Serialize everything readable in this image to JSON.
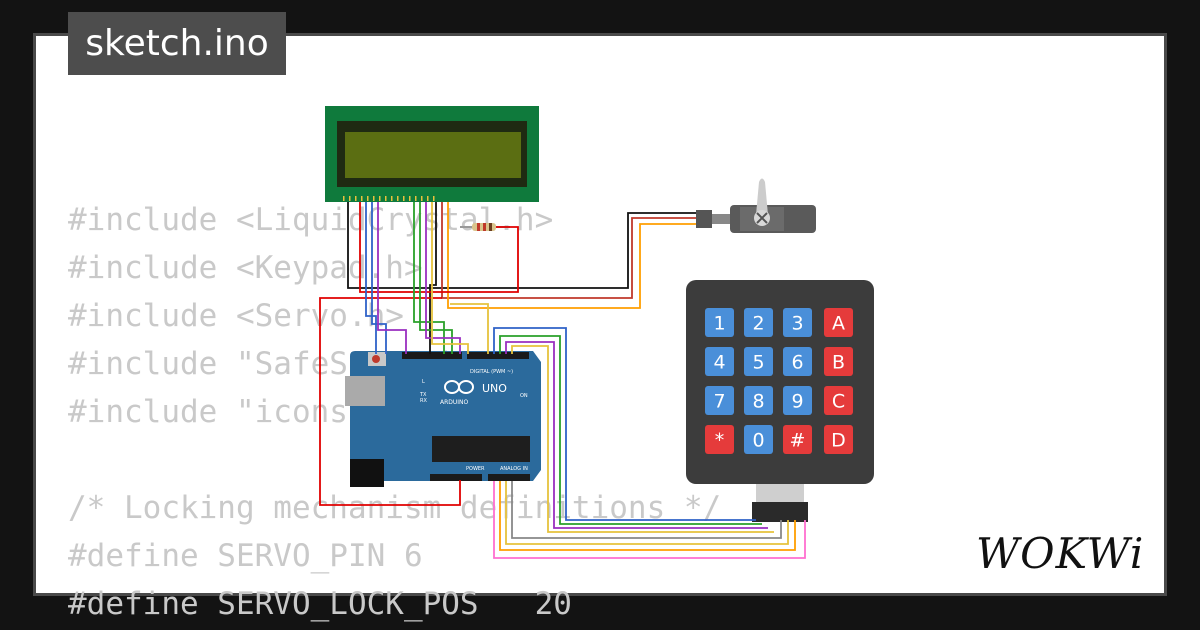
{
  "file_tab": {
    "label": "sketch.ino"
  },
  "code_lines": [
    "#include <LiquidCrystal.h>",
    "#include <Keypad.h>",
    "#include <Servo.h>",
    "#include \"SafeState.h\"",
    "#include \"icons.h\"",
    "",
    "/* Locking mechanism definitions */",
    "#define SERVO_PIN 6",
    "#define SERVO_LOCK_POS   20"
  ],
  "keypad": {
    "keys": [
      "1",
      "2",
      "3",
      "A",
      "4",
      "5",
      "6",
      "B",
      "7",
      "8",
      "9",
      "C",
      "*",
      "0",
      "#",
      "D"
    ]
  },
  "arduino": {
    "model": "UNO",
    "brand": "ARDUINO",
    "digital_header": "DIGITAL (PWM ~)",
    "analog_header": "ANALOG IN",
    "power_header": "POWER",
    "on_label": "ON",
    "tx_label": "TX",
    "rx_label": "RX",
    "l_label": "L"
  },
  "branding": {
    "logo_text": "WOKWi"
  },
  "colors": {
    "background": "#131313",
    "card": "#ffffff",
    "tab": "#4d4d4d",
    "code": "#c9c9c9",
    "lcd_board": "#0f7a3c",
    "lcd_screen": "#5b6e12",
    "arduino_board": "#2b6a9c",
    "keypad_body": "#3c3c3c",
    "key_blue": "#4a8fd9",
    "key_red": "#e53b3b"
  }
}
